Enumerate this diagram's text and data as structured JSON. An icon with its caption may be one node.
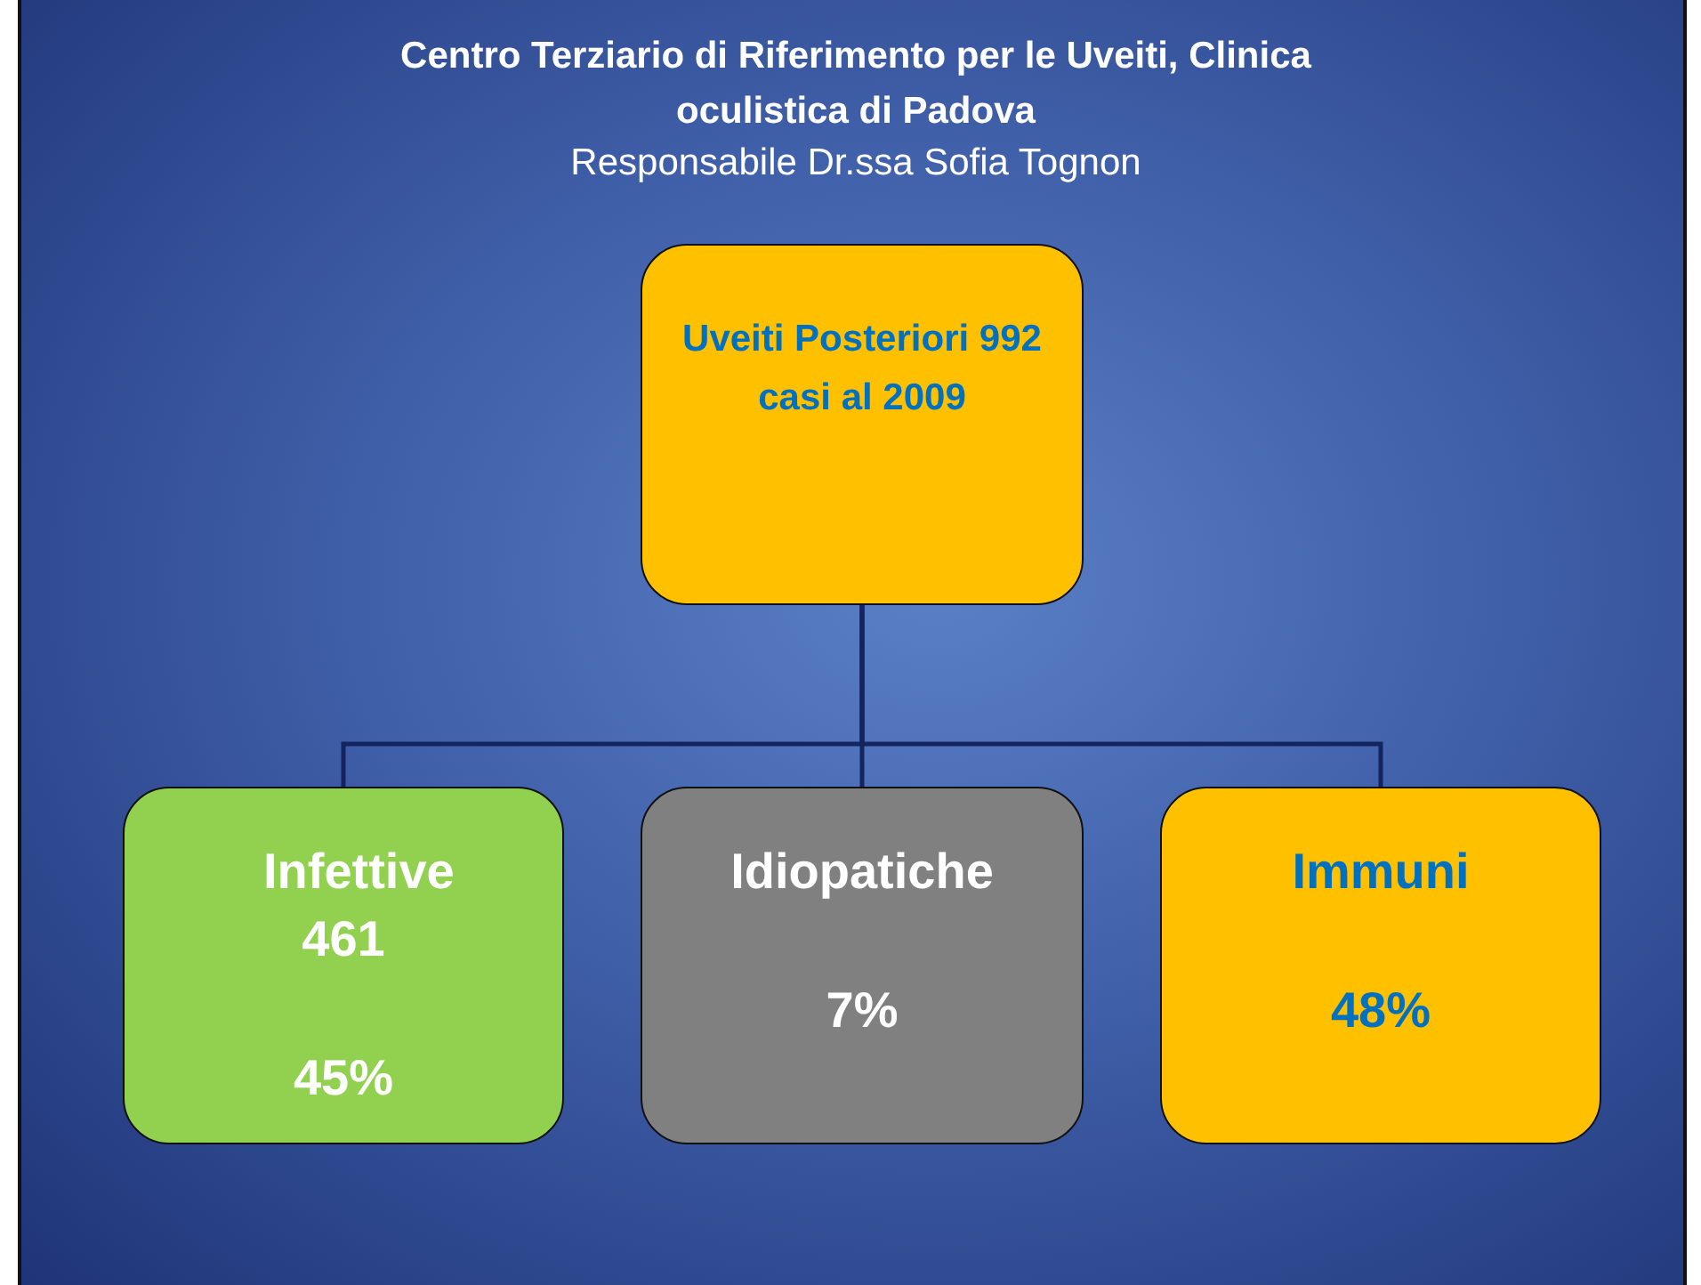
{
  "diagram": {
    "title": "Centro Terziario di Riferimento per le Uveiti, Clinica oculistica di Padova",
    "nodes": [
      {
        "text": [
          "Uveiti Posteriori 992 casi al 2009"
        ]
      },
      {
        "text": [
          "Infettive 461",
          "45%"
        ]
      },
      {
        "text": [
          "Idiopatiche",
          "7%"
        ]
      },
      {
        "text": [
          "Immuni",
          "48%"
        ]
      }
    ],
    "edges": [
      {
        "from": 0,
        "to": 1,
        "arrow": "none"
      },
      {
        "from": 0,
        "to": 2,
        "arrow": "none"
      },
      {
        "from": 0,
        "to": 3,
        "arrow": "none"
      }
    ],
    "labels": [
      "Responsabile Dr.ssa Sofia Tognon"
    ]
  }
}
